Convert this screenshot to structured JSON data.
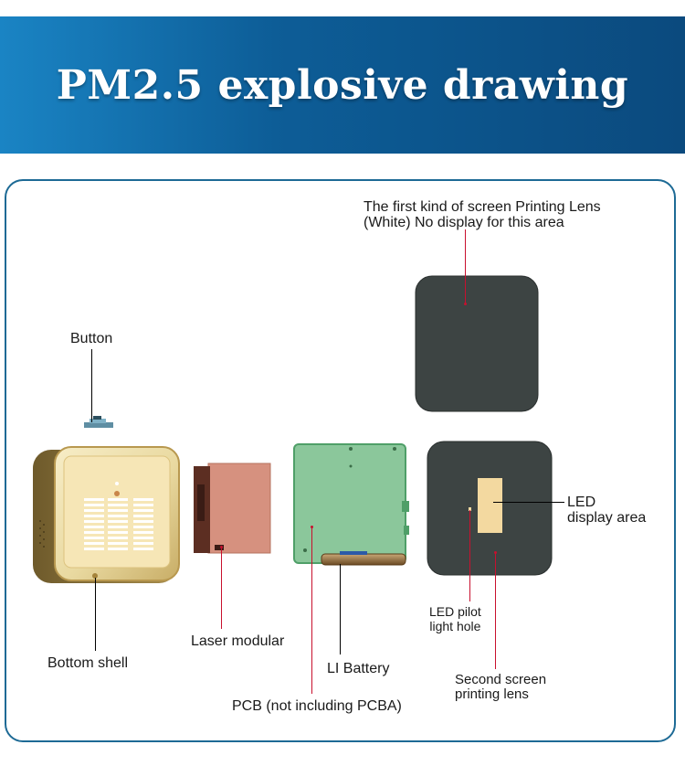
{
  "header": {
    "title": "PM2.5 explosive drawing",
    "colors": {
      "banner_left": "#1a84c4",
      "banner_right": "#0b4a7e",
      "frame_border": "#1d6a95"
    }
  },
  "parts": {
    "first_lens": {
      "line1": "The first kind of screen Printing Lens",
      "line2": "(White) No display for this area"
    },
    "button": "Button",
    "bottom_shell": "Bottom  shell",
    "laser_modular": "Laser modular",
    "pcb": "PCB (not including PCBA)",
    "li_battery": "LI Battery",
    "led_display": {
      "line1": "LED",
      "line2": "display area"
    },
    "led_pilot": {
      "line1": "LED pilot",
      "line2": "light hole"
    },
    "second_lens": {
      "line1": "Second screen",
      "line2": "printing lens"
    }
  }
}
